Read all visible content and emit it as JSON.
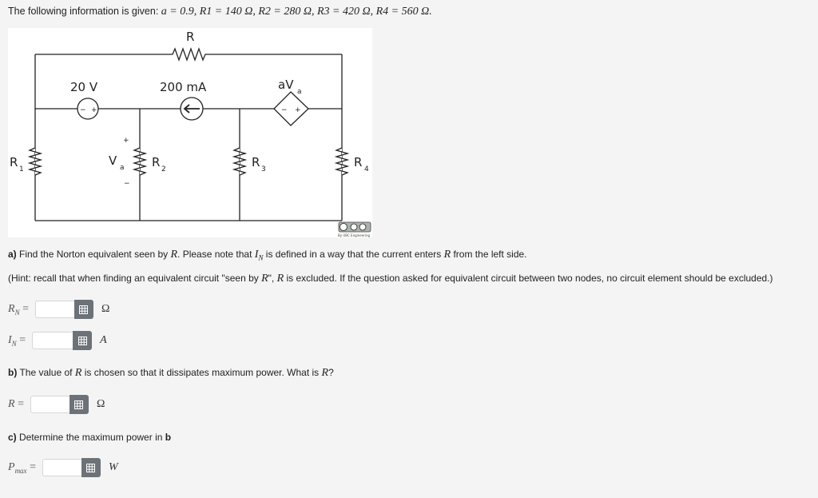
{
  "intro": {
    "text": "The following information is given: ",
    "values": "a = 0.9, R1 = 140 Ω, R2 = 280 Ω, R3 = 420 Ω, R4 = 560 Ω."
  },
  "circuit": {
    "label_R": "R",
    "label_20V": "20 V",
    "label_200mA": "200 mA",
    "label_aV": "aV",
    "label_aV_sub": "a",
    "label_R1": "R",
    "label_R1_sub": "1",
    "label_Va": "V",
    "label_Va_sub": "a",
    "label_R2": "R",
    "label_R2_sub": "2",
    "label_R3": "R",
    "label_R3_sub": "3",
    "label_R4": "R",
    "label_R4_sub": "4",
    "plus": "+",
    "minus": "−",
    "license_line": "By UBC Engineering"
  },
  "part_a": {
    "prefix": "a)",
    "text1": " Find the Norton equivalent seen by ",
    "R": "R",
    "text2": ". Please note that ",
    "IN": "I",
    "IN_sub": "N",
    "text3": " is defined in a way that the current enters ",
    "R2": "R",
    "text4": " from the left side."
  },
  "hint": {
    "text1": "(Hint: recall that when finding an equivalent circuit \"seen by ",
    "R": "R",
    "text2": "\", ",
    "R2": "R",
    "text3": " is excluded. If the question asked for equivalent circuit between two nodes, no circuit element should be excluded.)"
  },
  "answers": {
    "rn": {
      "label": "R",
      "sub": "N",
      "eq": " =",
      "value": "",
      "unit": "Ω"
    },
    "in": {
      "label": "I",
      "sub": "N",
      "eq": " =",
      "value": "",
      "unit": "A"
    },
    "r": {
      "label": "R",
      "eq": " =",
      "value": "",
      "unit": "Ω"
    },
    "pmax": {
      "label": "P",
      "sub": "max",
      "eq": " =",
      "value": "",
      "unit": "W"
    }
  },
  "part_b": {
    "prefix": "b)",
    "text1": " The value of ",
    "R": "R",
    "text2": " is chosen so that it dissipates maximum power. What is ",
    "R2": "R",
    "text3": "?"
  },
  "part_c": {
    "prefix": "c)",
    "text1": " Determine the maximum power in ",
    "bold": "b"
  },
  "colors": {
    "background": "#f4f4f5",
    "button": "#6d7278",
    "input_border": "#d6d6d6"
  },
  "icons": {
    "calculator": "grid-calculator-icon"
  }
}
